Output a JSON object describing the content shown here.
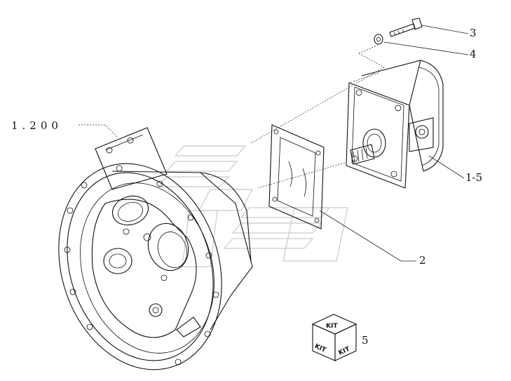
{
  "callouts": {
    "assembly": "1.200",
    "pump": "1-5",
    "gasket": "2",
    "screw": "3",
    "washer": "4",
    "kit_item": "5"
  },
  "kit": {
    "top": "KIT",
    "left": "KIT",
    "right": "KIT"
  },
  "icons": [
    "housing",
    "gasket",
    "pump",
    "screw",
    "washer",
    "kit-box",
    "logo-watermark"
  ]
}
